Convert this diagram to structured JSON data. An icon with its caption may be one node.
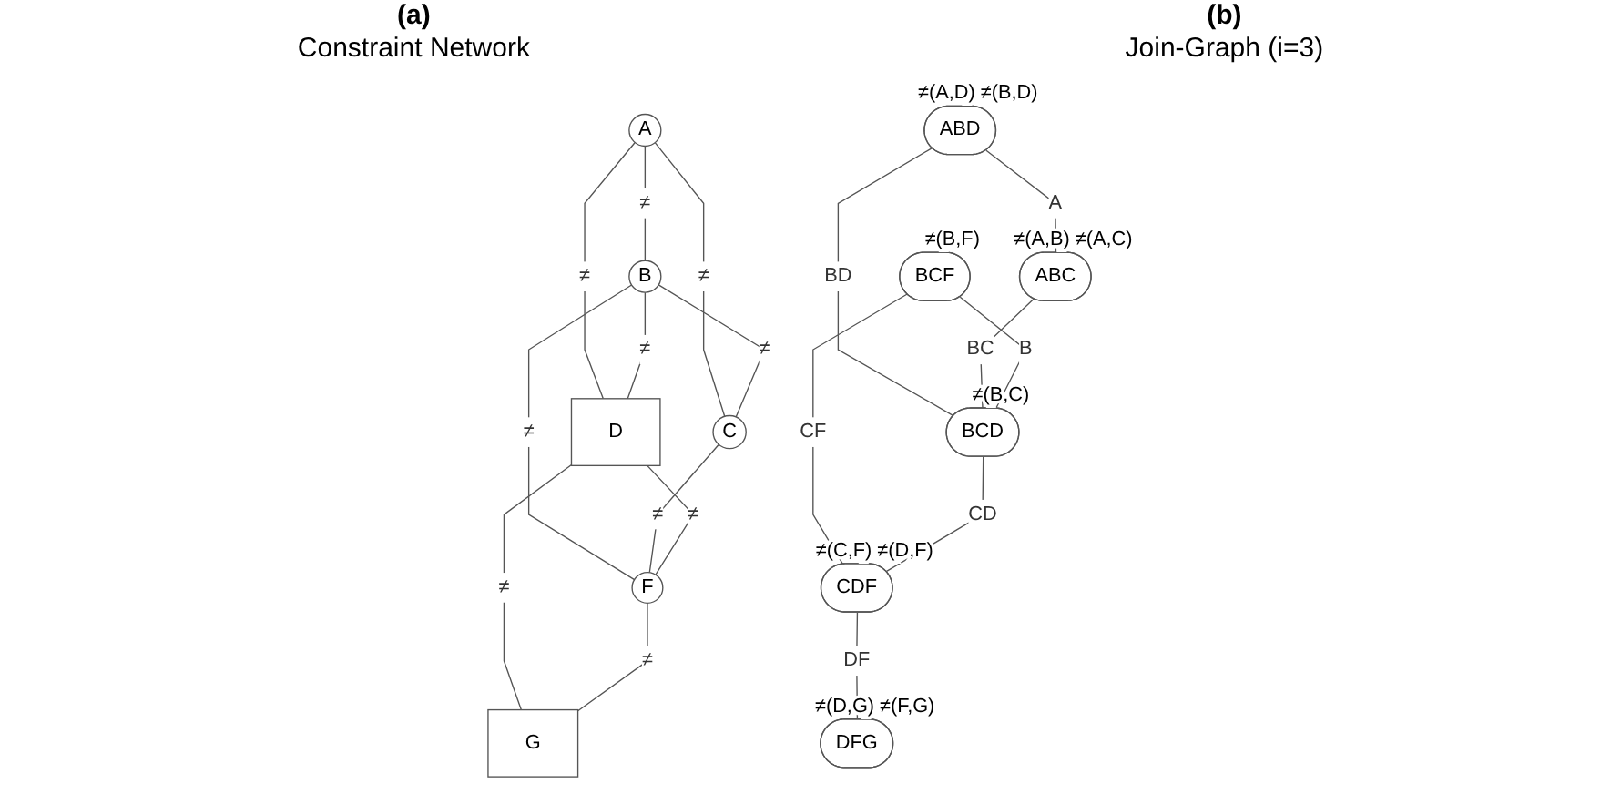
{
  "diagram": {
    "nodes": [
      {
        "text": [
          "A"
        ]
      },
      {
        "text": [
          "B"
        ]
      },
      {
        "text": [
          "C"
        ]
      },
      {
        "text": [
          "D"
        ]
      },
      {
        "text": [
          "F"
        ]
      },
      {
        "text": [
          "G"
        ]
      },
      {
        "text": [
          "ABD"
        ],
        "beside": [
          "≠(A,D) ≠(B,D)"
        ]
      },
      {
        "text": [
          "ABC"
        ],
        "beside": [
          "≠(A,B) ≠(A,C)"
        ]
      },
      {
        "text": [
          "BCF"
        ],
        "beside": [
          "≠(B,F)"
        ]
      },
      {
        "text": [
          "BCD"
        ],
        "beside": [
          "≠(B,C)"
        ]
      },
      {
        "text": [
          "CDF"
        ],
        "beside": [
          "≠(C,F) ≠(D,F)"
        ]
      },
      {
        "text": [
          "DFG"
        ],
        "beside": [
          "≠(D,G) ≠(F,G)"
        ]
      }
    ],
    "edges": [
      {
        "from": 0,
        "to": 1,
        "arrow": "none",
        "label": "≠"
      },
      {
        "from": 0,
        "to": 2,
        "arrow": "none",
        "label": "≠"
      },
      {
        "from": 0,
        "to": 3,
        "arrow": "none",
        "label": "≠"
      },
      {
        "from": 1,
        "to": 2,
        "arrow": "none",
        "label": "≠"
      },
      {
        "from": 1,
        "to": 3,
        "arrow": "none",
        "label": "≠"
      },
      {
        "from": 1,
        "to": 4,
        "arrow": "none",
        "label": "≠"
      },
      {
        "from": 2,
        "to": 4,
        "arrow": "none",
        "label": "≠"
      },
      {
        "from": 3,
        "to": 4,
        "arrow": "none",
        "label": "≠"
      },
      {
        "from": 3,
        "to": 5,
        "arrow": "none",
        "label": "≠"
      },
      {
        "from": 4,
        "to": 5,
        "arrow": "none",
        "label": "≠"
      },
      {
        "from": 6,
        "to": 7,
        "arrow": "none",
        "label": "A"
      },
      {
        "from": 6,
        "to": 9,
        "arrow": "none",
        "label": "BD"
      },
      {
        "from": 7,
        "to": 9,
        "arrow": "none",
        "label": "BC"
      },
      {
        "from": 8,
        "to": 9,
        "arrow": "none",
        "label": "B"
      },
      {
        "from": 8,
        "to": 10,
        "arrow": "none",
        "label": "CF"
      },
      {
        "from": 9,
        "to": 10,
        "arrow": "none",
        "label": "CD"
      },
      {
        "from": 10,
        "to": 11,
        "arrow": "none",
        "label": "DF"
      }
    ],
    "labels": [
      "(a)",
      "Constraint Network",
      "(b)",
      "Join-Graph (i=3)"
    ]
  }
}
